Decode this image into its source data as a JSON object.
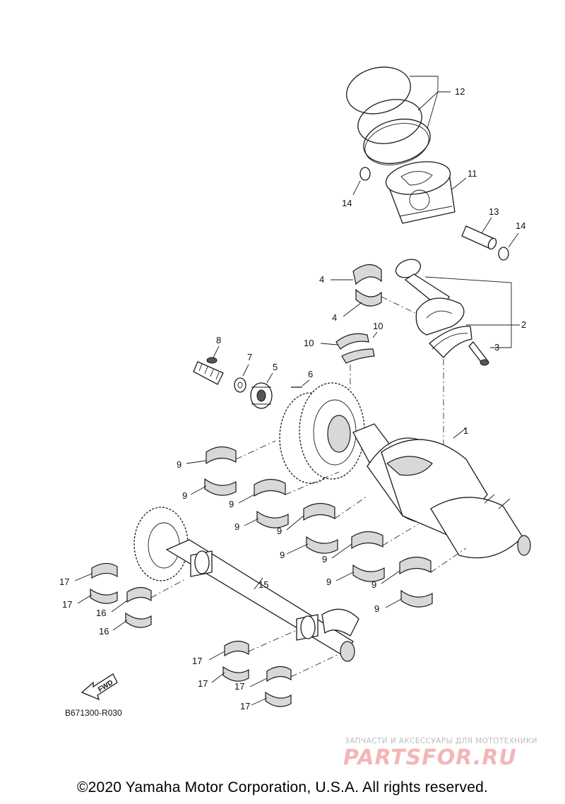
{
  "diagram": {
    "callouts": {
      "c1": "1",
      "c2": "2",
      "c3": "3",
      "c4a": "4",
      "c4b": "4",
      "c5": "5",
      "c6": "6",
      "c7": "7",
      "c8": "8",
      "c9a": "9",
      "c9b": "9",
      "c9c": "9",
      "c9d": "9",
      "c9e": "9",
      "c9f": "9",
      "c9g": "9",
      "c9h": "9",
      "c9i": "9",
      "c9j": "9",
      "c10a": "10",
      "c10b": "10",
      "c11": "11",
      "c12": "12",
      "c13": "13",
      "c14a": "14",
      "c14b": "14",
      "c15": "15",
      "c16a": "16",
      "c16b": "16",
      "c17a": "17",
      "c17b": "17",
      "c17c": "17",
      "c17d": "17",
      "c17e": "17",
      "c17f": "17"
    },
    "fwd_label": "FWD",
    "diagram_code": "B671300-R030"
  },
  "footer": {
    "copyright": "©2020 Yamaha Motor Corporation, U.S.A. All rights reserved."
  },
  "watermark": {
    "tagline": "ЗАПЧАСТИ И АКСЕССУАРЫ ДЛЯ МОТОТЕХНИКИ",
    "brand": "PARTSFOR.RU"
  }
}
